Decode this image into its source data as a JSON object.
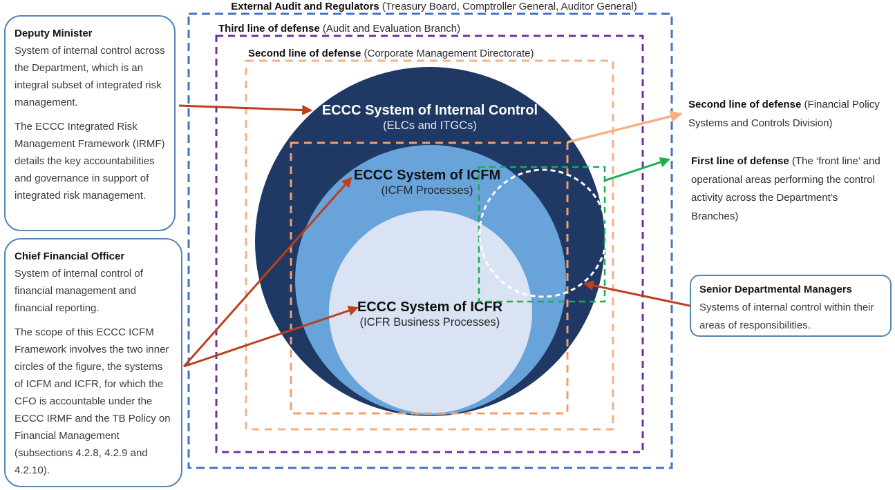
{
  "headers": {
    "external": {
      "bold": "External Audit and Regulators",
      "rest": " (Treasury Board, Comptroller General, Auditor General)"
    },
    "third": {
      "bold": "Third line of defense",
      "rest": " (Audit and Evaluation Branch)"
    },
    "second": {
      "bold": "Second line of defense",
      "rest": " (Corporate Management Directorate)"
    }
  },
  "circles": {
    "internal_control": {
      "title": "ECCC System of Internal Control",
      "subtitle": "(ELCs and ITGCs)"
    },
    "icfm": {
      "title": "ECCC System of ICFM",
      "subtitle": "(ICFM Processes)"
    },
    "icfr": {
      "title": "ECCC System of ICFR",
      "subtitle": "(ICFR Business Processes)"
    }
  },
  "left_callouts": [
    {
      "title": "Deputy Minister",
      "paragraphs": [
        "System of internal control across the Department, which is an integral subset of integrated risk management.",
        "The ECCC Integrated Risk Management Framework (IRMF) details the key accountabilities and governance in support of integrated risk management."
      ]
    },
    {
      "title": "Chief Financial Officer",
      "paragraphs": [
        "System of internal control of financial management and financial reporting.",
        "The scope of this ECCC ICFM Framework involves the two inner circles of the figure, the systems of ICFM and ICFR, for which the CFO is accountable under the ECCC IRMF and the TB Policy on Financial Management (subsections 4.2.8, 4.2.9 and 4.2.10)."
      ]
    }
  ],
  "right_labels": [
    {
      "bold": "Second line of defense",
      "rest": " (Financial Policy Systems and Controls Division)"
    },
    {
      "bold": "First line of defense",
      "rest": " (The ‘front line’ and operational areas performing the control activity across the Department’s Branches)"
    }
  ],
  "right_callout": {
    "title": "Senior Departmental Managers",
    "body": "Systems of internal control within their areas of responsibilities."
  },
  "colors": {
    "outer_box_blue": "#4472C4",
    "third_line_purple": "#7030A0",
    "second_line_orange": "#F5B183",
    "inner_icfm_orange": "#EF9F72",
    "first_line_green": "#17B050",
    "navy_circle": "#1F3864",
    "icfm_circle": "#68A3D9",
    "icfr_circle": "#DAE3F3",
    "red_arrow": "#BF3E1C",
    "callout_border": "#5585B5",
    "white_dashed_circle": "#FFFFFF"
  }
}
